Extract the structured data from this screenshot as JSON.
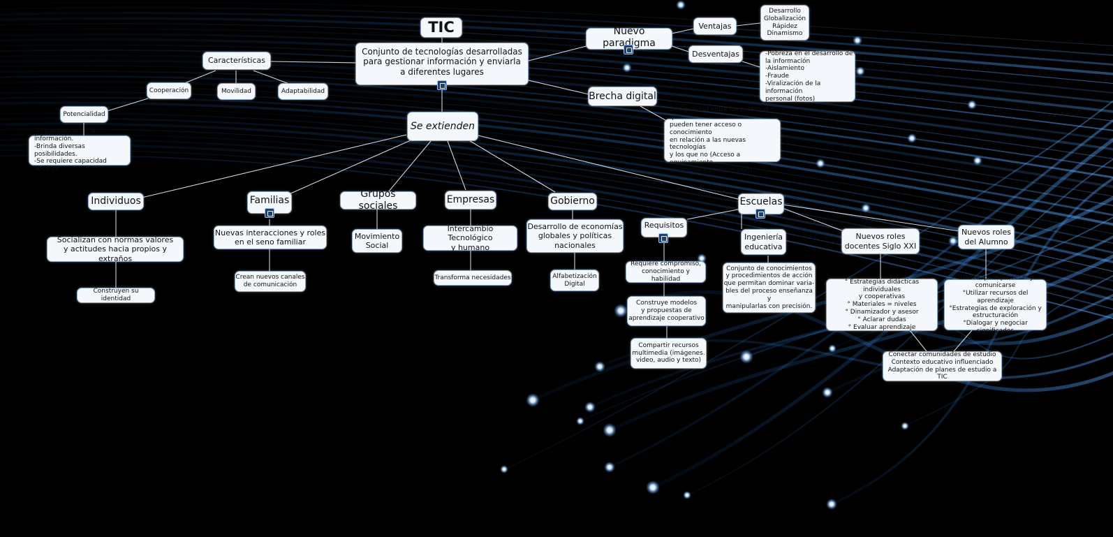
{
  "nodes": {
    "tic": "TIC",
    "definicion": "Conjunto de tecnologías desarrolladas\npara gestionar información y enviarla\na diferentes lugares",
    "caracteristicas": "Características",
    "cooperacion": "Cooperación",
    "movilidad": "Movilidad",
    "adaptabilidad": "Adaptabilidad",
    "potencialidad": "Potencialidad",
    "potencialidad_detalle": "-Organización de la información.\n-Brinda diversas posibilidades.\n-Se requiere capacidad docente.",
    "nuevo_paradigma": "Nuevo paradigma",
    "ventajas": "Ventajas",
    "ventajas_detalle": "Desarrollo\nGlobalización\nRápidez\nDinamismo",
    "desventajas": "Desventajas",
    "desventajas_detalle": "-Pobreza en el desarrollo de\nla información\n-Aislamiento\n-Fraude\n-Viralización de la información\npersonal (fotos)",
    "brecha_digital": "Brecha digital",
    "brecha_detalle": "Desigualdad entre las personas que\npueden tener acceso o conocimiento\nen relación a las nuevas tecnologías\ny los que no (Acceso a equipamiento,\nutilización y comprensión).",
    "se_extienden": "Se extienden",
    "individuos": "Individuos",
    "individuos_detalle": "Socializan con normas valores\ny actitudes hacia propios y extraños",
    "identidad": "Construyen su identidad",
    "familias": "Familias",
    "familias_detalle": "Nuevas interacciones y roles\nen el seno familiar",
    "canales": "Crean nuevos canales\nde comunicación",
    "grupos": "Grupos sociales",
    "movimiento": "Movimiento\nSocial",
    "empresas": "Empresas",
    "intercambio": "Intercambio Tecnológico\ny humano",
    "transforma": "Transforma necesidades",
    "gobierno": "Gobierno",
    "economias": "Desarrollo de economías\nglobales y políticas\nnacionales",
    "alfabetizacion": "Alfabetización\nDigital",
    "escuelas": "Escuelas",
    "requisitos": "Requisitos",
    "req1": "Requiere compromiso,\nconocimiento y habilidad",
    "req2": "Construye modelos\ny propuestas de\naprendizaje cooperativo",
    "req3": "Compartir recursos\nmultimedia (imágenes.\nvideo, audio y texto)",
    "ingenieria": "Ingeniería\neducativa",
    "ingenieria_detalle": "Conjunto de conocimientos\ny procedimientos de acción\nque permitan dominar varia-\nbles del proceso enseñanza y\nmanipularlas con precisión.",
    "docentes": "Nuevos roles\ndocentes Siglo XXI",
    "docentes_detalle": "° Estrategias didácticas individuales\ny cooperativas\n° Materiales = niveles\n° Dinamizador y asesor\n° Aclarar dudas\n° Evaluar aprendizaje",
    "alumno": "Nuevos roles\ndel Alumno",
    "alumno_detalle": "°UsoTIC para procesar y\ncomunicarse\n°Utilizar recursos del aprendizaje\n°Estrategias de exploración y\nestructuración\n°Dialogar y negociar significados",
    "conectar": "Conectar comunidades de estudio\nContexto educativo influenciado\nAdaptación de planes de estudio a TIC"
  },
  "colors": {
    "background": "#000000",
    "glow": "#2f7fd6",
    "node_fill": "#f4f7fb",
    "connector": "#e6eef8"
  },
  "icons": [
    "image-icon",
    "note-icon"
  ]
}
